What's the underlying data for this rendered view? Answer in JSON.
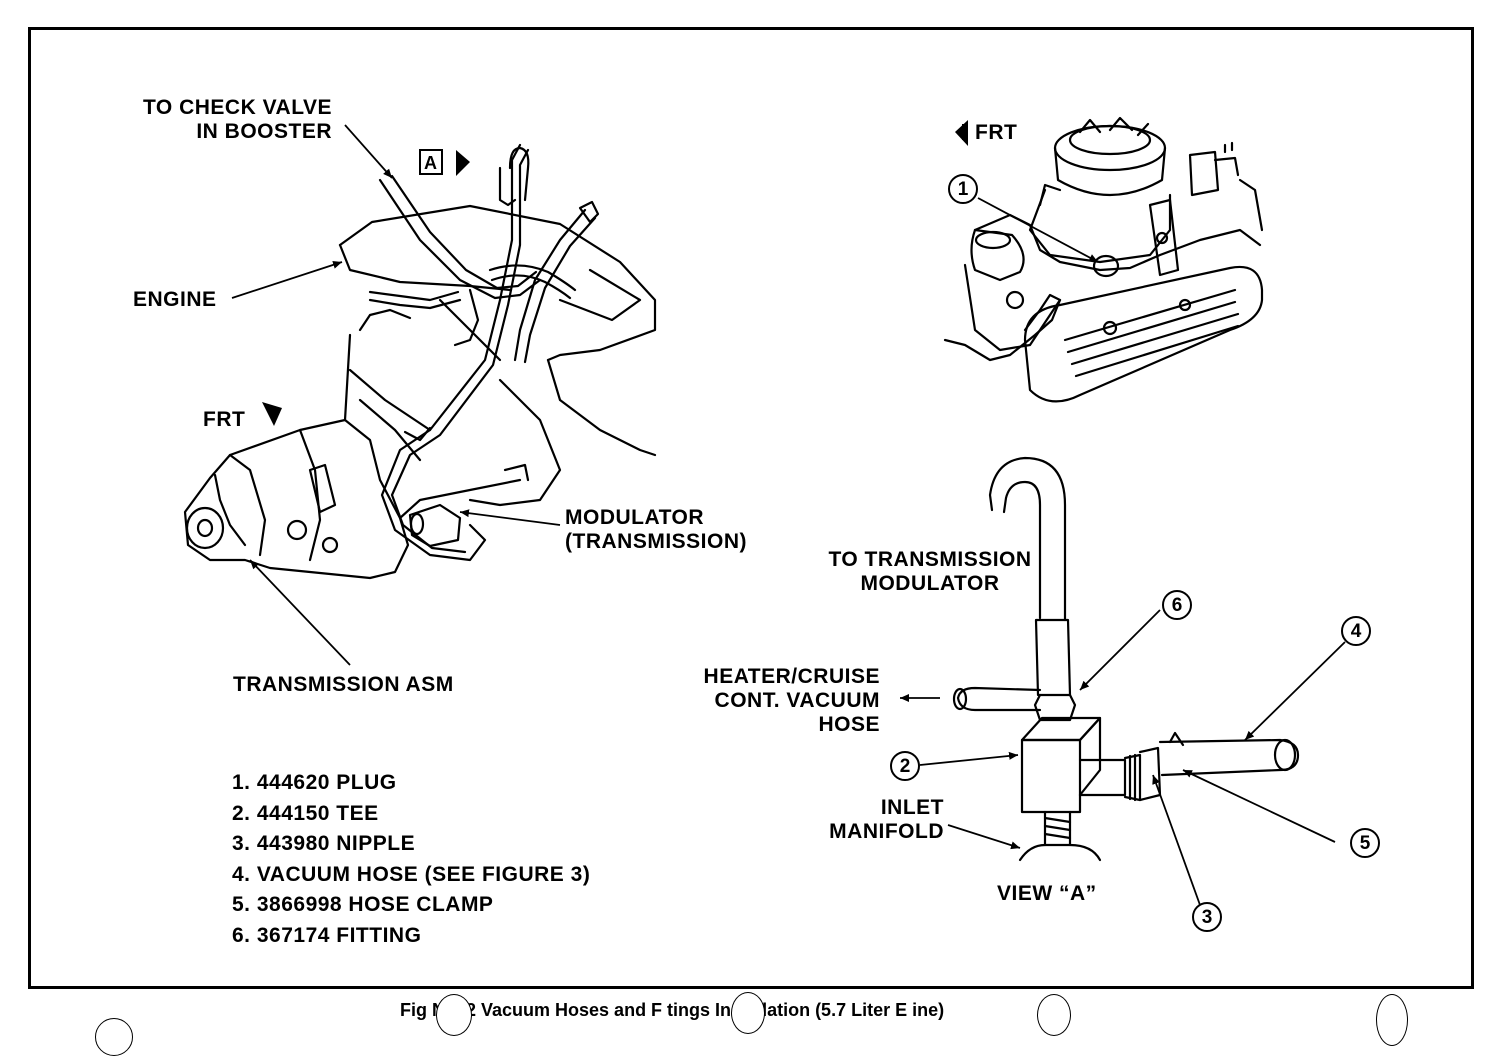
{
  "labels": {
    "check_valve": [
      "TO CHECK VALVE",
      "IN BOOSTER"
    ],
    "view_ref": "A",
    "engine": "ENGINE",
    "front_left": "FRT",
    "front_right": "FRT",
    "modulator": [
      "MODULATOR",
      "(TRANSMISSION)"
    ],
    "transmission_asm": "TRANSMISSION ASM",
    "to_trans_modulator": [
      "TO TRANSMISSION",
      "MODULATOR"
    ],
    "heater_cruise": [
      "HEATER/CRUISE",
      "CONT. VACUUM",
      "HOSE"
    ],
    "inlet_manifold": [
      "INLET",
      "MANIFOLD"
    ],
    "view_a": "VIEW “A”"
  },
  "callouts": [
    "1",
    "2",
    "3",
    "4",
    "5",
    "6"
  ],
  "legend": [
    "1.  444620 PLUG",
    "2.  444150 TEE",
    "3.  443980 NIPPLE",
    "4.  VACUUM HOSE (SEE FIGURE 3)",
    "5.  3866998 HOSE CLAMP",
    "6.  367174 FITTING"
  ],
  "caption": "Fig  No. 2 Vacuum Hoses and F  tings Installation (5.7 Liter E   ine)"
}
